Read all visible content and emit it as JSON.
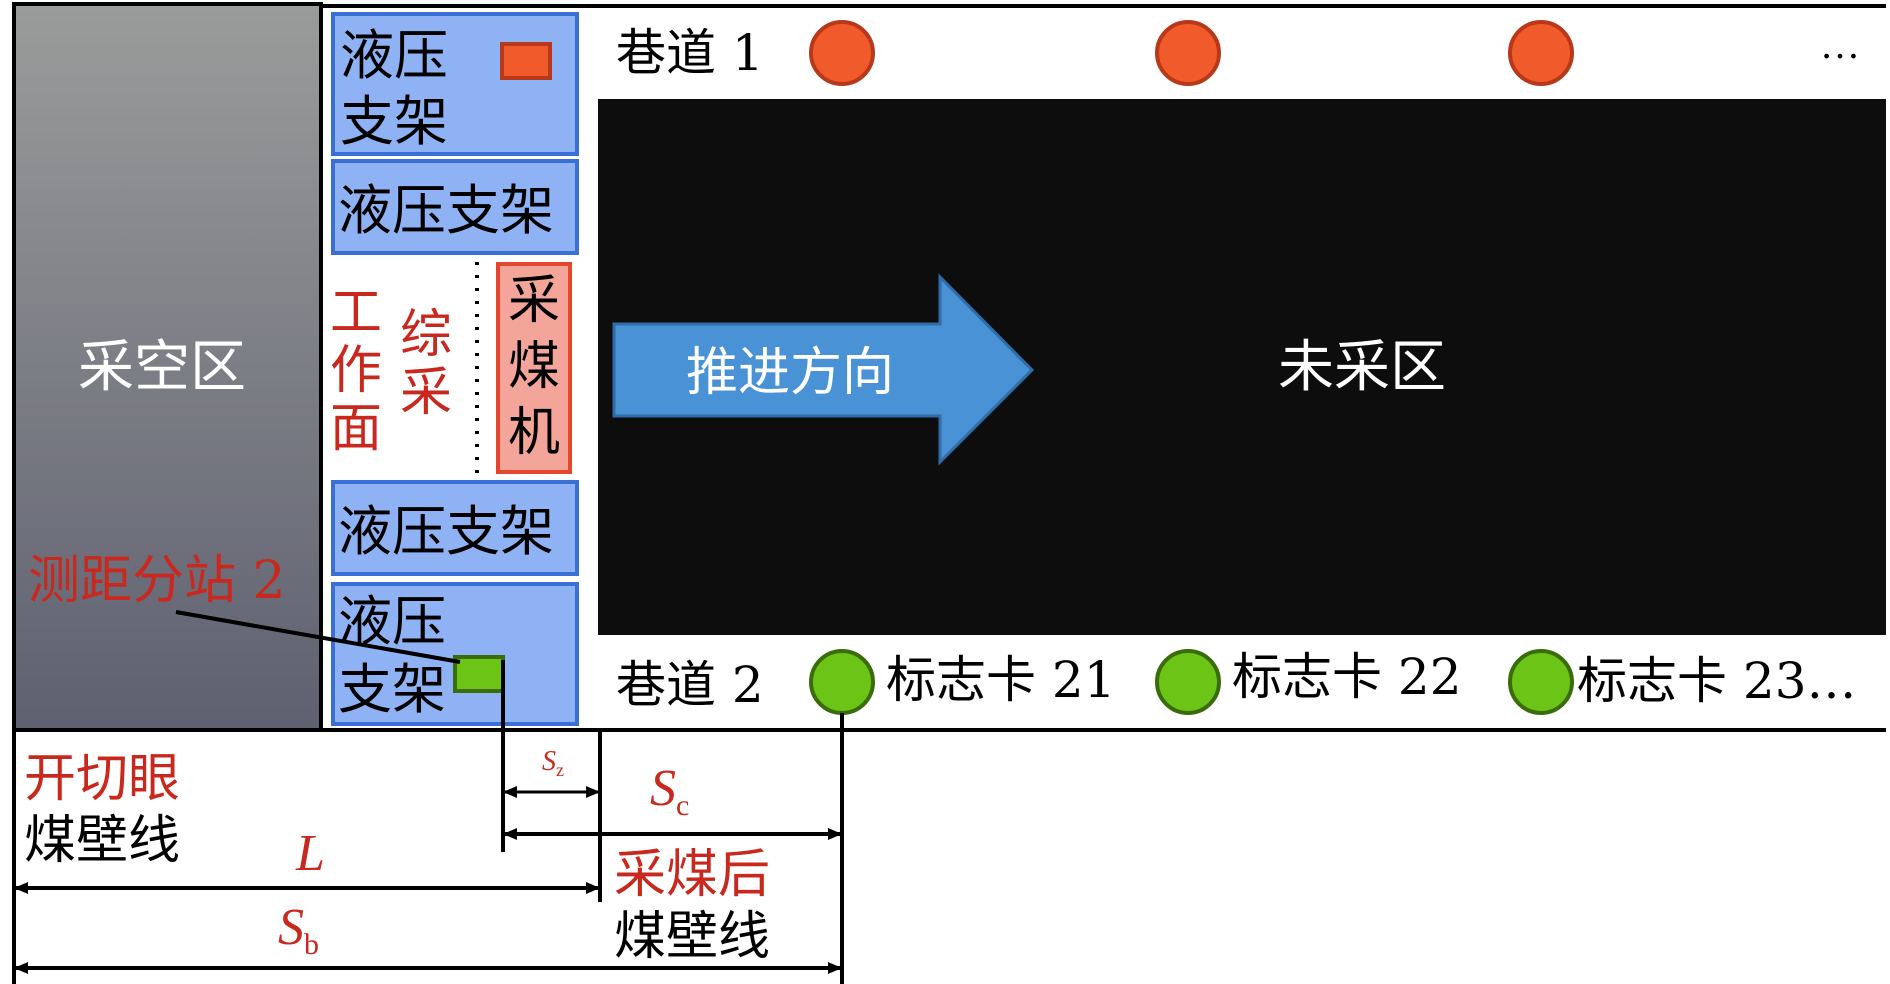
{
  "colors": {
    "goaf_top": "#9a9c9b",
    "goaf_bottom": "#5f6070",
    "support_fill": "#8eb2f4",
    "support_stroke": "#3a6fd6",
    "unmined": "#0d0d0d",
    "arrow_fill": "#4a92d6",
    "red_label": "#c8281e",
    "orange_dot": "#f15a2a",
    "orange_dot_stroke": "#b8391a",
    "green_dot": "#6cc417",
    "green_dot_stroke": "#3a6d0a",
    "shearer_fill": "#f4a59a",
    "shearer_stroke": "#e2472e",
    "substation_fill": "#6cc417"
  },
  "labels": {
    "goaf": "采空区",
    "support_1": "液压支架",
    "support_2": "液压支架",
    "support_3": "液压支架",
    "support_4": "液压支架",
    "face_col_1": "工作面",
    "face_col_2": "综采",
    "shearer": "采煤机",
    "advance_direction": "推进方向",
    "unmined": "未采区",
    "roadway_1": "巷道 1",
    "roadway_2": "巷道 2",
    "ellipsis": "…",
    "ranging_substation": "测距分站 2",
    "marker_cards": [
      "标志卡 21",
      "标志卡 22",
      "标志卡 23…"
    ],
    "open_cut_line_1": "开切眼",
    "open_cut_line_2": "煤壁线",
    "after_mining_line_1": "采煤后",
    "after_mining_line_2": "煤壁线",
    "dim_L": "L",
    "dim_Sb": "S",
    "dim_Sb_sub": "b",
    "dim_Sc": "S",
    "dim_Sc_sub": "c",
    "dim_Sz": "S",
    "dim_Sz_sub": "z"
  }
}
